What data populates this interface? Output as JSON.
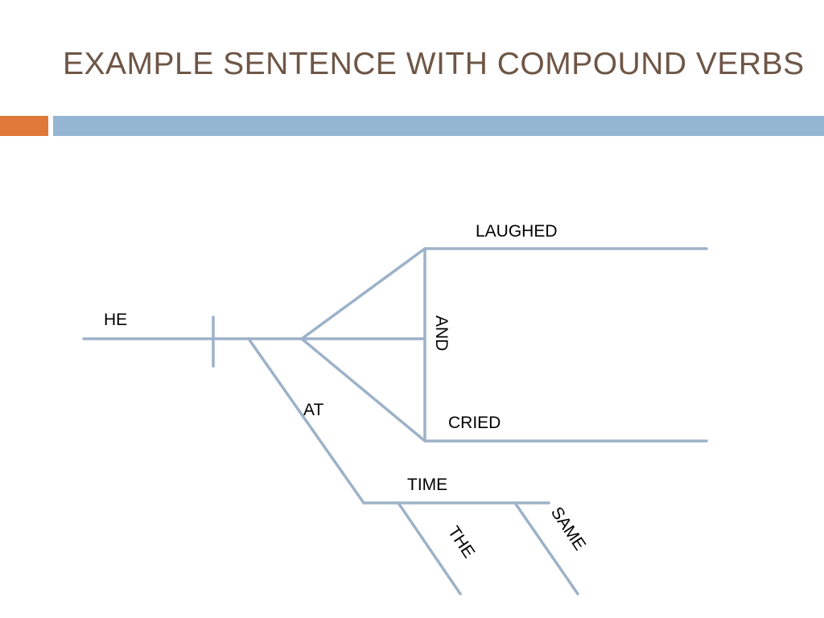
{
  "slide": {
    "title": "EXAMPLE SENTENCE WITH COMPOUND VERBS"
  },
  "colors": {
    "title": "#6e5646",
    "accent_orange": "#e0783a",
    "accent_blue": "#94b6d3",
    "line": "#9db2c8"
  },
  "diagram": {
    "subject": "HE",
    "verb_1": "LAUGHED",
    "verb_2": "CRIED",
    "conjunction": "AND",
    "preposition": "AT",
    "object": "TIME",
    "modifier_1": "THE",
    "modifier_2": "SAME"
  }
}
